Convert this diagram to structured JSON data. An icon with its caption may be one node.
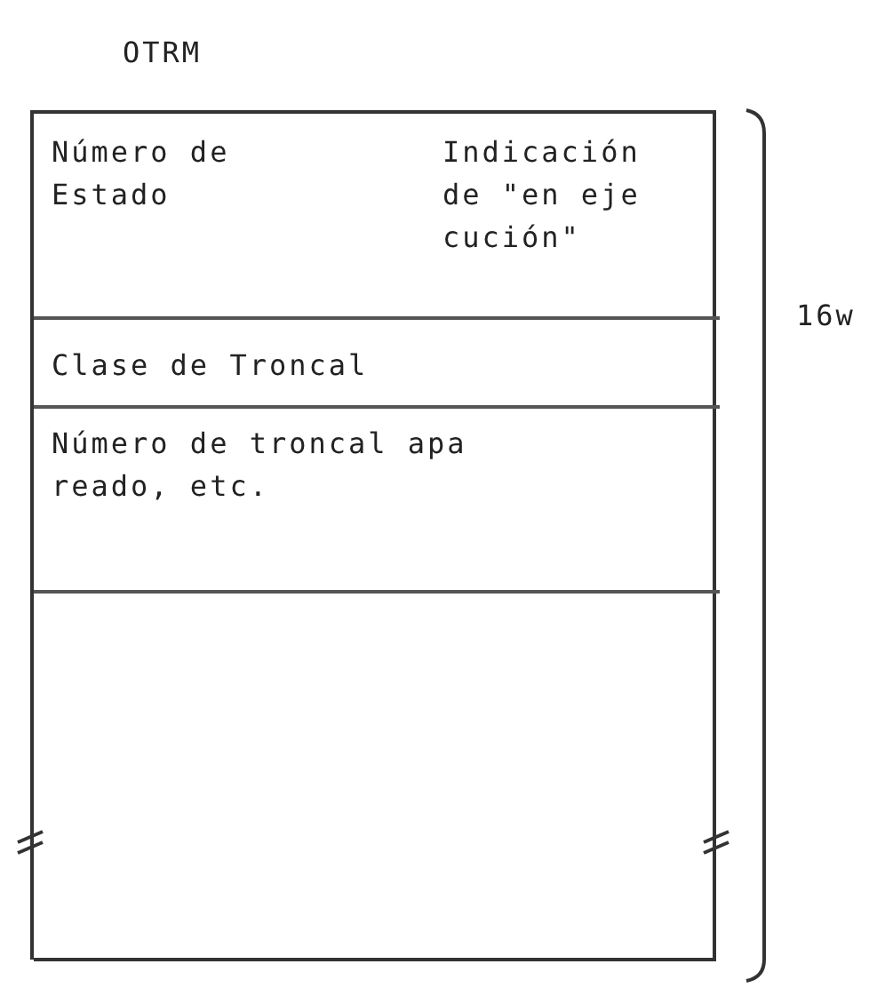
{
  "diagram": {
    "nodes": [
      {
        "text": [
          "OTRM"
        ]
      },
      {
        "text": [
          "Número de Estado",
          "Indicación de \"en eje cución\""
        ],
        "in": 0
      },
      {
        "text": [
          "Clase de Troncal"
        ],
        "in": 0
      },
      {
        "text": [
          "Número de troncal apa reado, etc."
        ],
        "in": 0
      }
    ],
    "edges": [],
    "labels": [
      "16w"
    ]
  }
}
